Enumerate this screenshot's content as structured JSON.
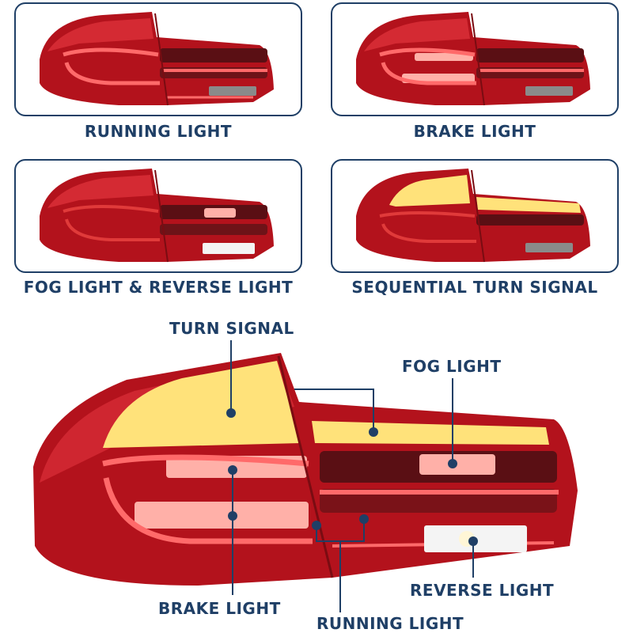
{
  "panels": [
    {
      "caption": "RUNNING LIGHT",
      "mode": "running"
    },
    {
      "caption": "BRAKE LIGHT",
      "mode": "brake"
    },
    {
      "caption": "FOG LIGHT & REVERSE LIGHT",
      "mode": "fog-reverse"
    },
    {
      "caption": "SEQUENTIAL TURN SIGNAL",
      "mode": "turn"
    }
  ],
  "diagram": {
    "labels": {
      "turn_signal": "TURN SIGNAL",
      "fog_light": "FOG LIGHT",
      "brake_light": "BRAKE LIGHT",
      "running_light": "RUNNING LIGHT",
      "reverse_light": "REVERSE LIGHT"
    }
  },
  "colors": {
    "frame": "#1f3f66",
    "lamp_red": "#c0141e",
    "lamp_dark": "#5a0f14",
    "lamp_glow": "#ff4a4a",
    "turn_amber": "#ffe27a",
    "reverse_white": "#f4f4f4"
  }
}
